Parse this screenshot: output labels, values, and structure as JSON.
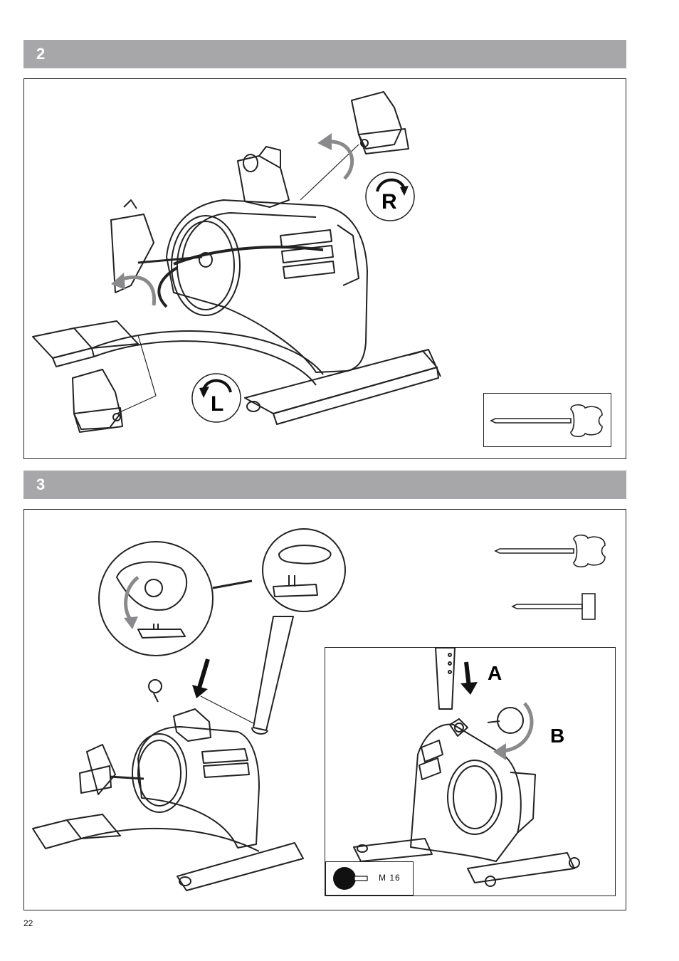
{
  "steps": [
    {
      "number": "2"
    },
    {
      "number": "3"
    }
  ],
  "step2": {
    "right_label": "R",
    "left_label": "L",
    "tool_icon": "allen-key-icon"
  },
  "step3": {
    "label_a": "A",
    "label_b": "B",
    "part_code": "M 16",
    "tool_icons": [
      "allen-key-icon",
      "screwdriver-key-icon"
    ]
  },
  "page_number": "22",
  "colors": {
    "step_bar": "#a7a7a9",
    "arrow_gray": "#8a8a8c",
    "line": "#222222"
  }
}
